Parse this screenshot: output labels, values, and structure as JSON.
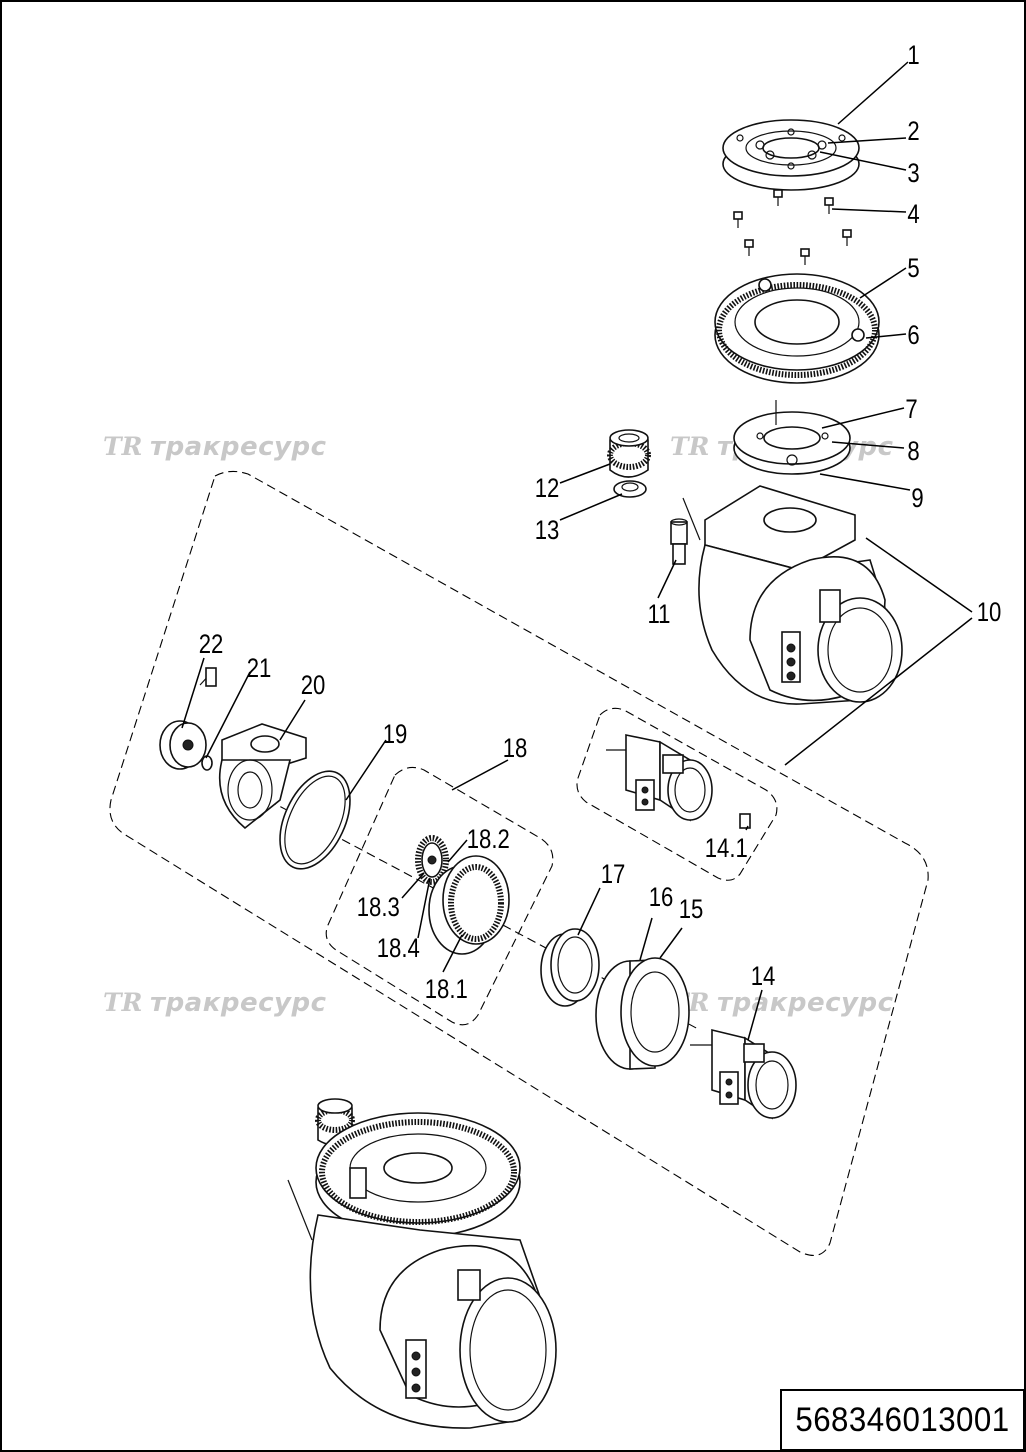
{
  "drawing": {
    "catalog_number": "568346013001",
    "watermark": {
      "logo": "TR",
      "text": "тракресурс"
    },
    "callouts": [
      "1",
      "2",
      "3",
      "4",
      "5",
      "6",
      "7",
      "8",
      "9",
      "10",
      "11",
      "12",
      "13",
      "14",
      "14.1",
      "15",
      "16",
      "17",
      "18",
      "18.1",
      "18.2",
      "18.3",
      "18.4",
      "19",
      "20",
      "21",
      "22"
    ]
  }
}
